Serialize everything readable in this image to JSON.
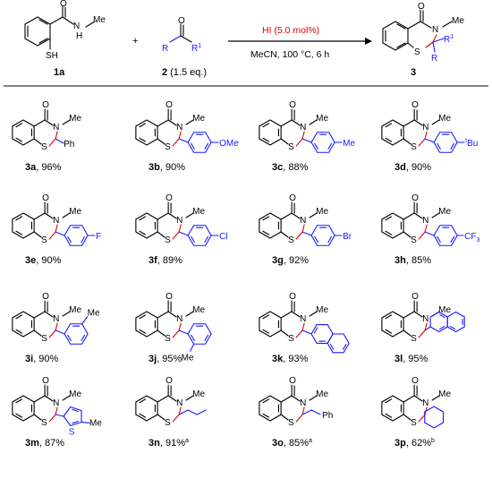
{
  "reaction": {
    "reactant1": {
      "id": "1a",
      "nh": "N",
      "h": "H",
      "me": "Me",
      "sh": "SH",
      "o": "O"
    },
    "plus": "+",
    "reactant2": {
      "id": "2",
      "equiv": "(1.5 eq.)",
      "r": "R",
      "r1": "R",
      "r1_sup": "1",
      "o": "O"
    },
    "catalyst": "HI (5.0 mol%)",
    "conditions": "MeCN, 100 °C, 6 h",
    "product": {
      "id": "3",
      "o": "O",
      "n": "N",
      "me": "Me",
      "s": "S",
      "r": "R",
      "r1": "R",
      "r1_sup": "1"
    }
  },
  "core_atoms": {
    "o": "O",
    "n": "N",
    "me": "Me",
    "s": "S"
  },
  "products": [
    {
      "id": "3a",
      "yield": ", 96%",
      "sup": "",
      "sub": "Ph"
    },
    {
      "id": "3b",
      "yield": ", 90%",
      "sup": "",
      "sub": "OMe"
    },
    {
      "id": "3c",
      "yield": ", 88%",
      "sup": "",
      "sub": "Me"
    },
    {
      "id": "3d",
      "yield": ", 90%",
      "sup": "",
      "sub": "tBu",
      "sub_sup": "t",
      "sub_main": "Bu"
    },
    {
      "id": "3e",
      "yield": ", 90%",
      "sup": "",
      "sub": "F"
    },
    {
      "id": "3f",
      "yield": ", 89%",
      "sup": "",
      "sub": "Cl"
    },
    {
      "id": "3g",
      "yield": ", 92%",
      "sup": "",
      "sub": "Br"
    },
    {
      "id": "3h",
      "yield": ", 85%",
      "sup": "",
      "sub": "CF3",
      "sub_main": "CF",
      "sub_subscript": "3"
    },
    {
      "id": "3i",
      "yield": ", 90%",
      "sup": "",
      "sub": "Me"
    },
    {
      "id": "3j",
      "yield": ", 95%",
      "sup": "",
      "sub": "Me"
    },
    {
      "id": "3k",
      "yield": ", 93%",
      "sup": "",
      "sub": ""
    },
    {
      "id": "3l",
      "yield": ", 95%",
      "sup": "",
      "sub": ""
    },
    {
      "id": "3m",
      "yield": ", 87%",
      "sup": "",
      "sub": "Me",
      "hetero": "S"
    },
    {
      "id": "3n",
      "yield": ", 91%",
      "sup": "a",
      "sub": ""
    },
    {
      "id": "3o",
      "yield": ", 85%",
      "sup": "a",
      "sub": "Ph"
    },
    {
      "id": "3p",
      "yield": ", 62%",
      "sup": "b",
      "sub": ""
    }
  ]
}
